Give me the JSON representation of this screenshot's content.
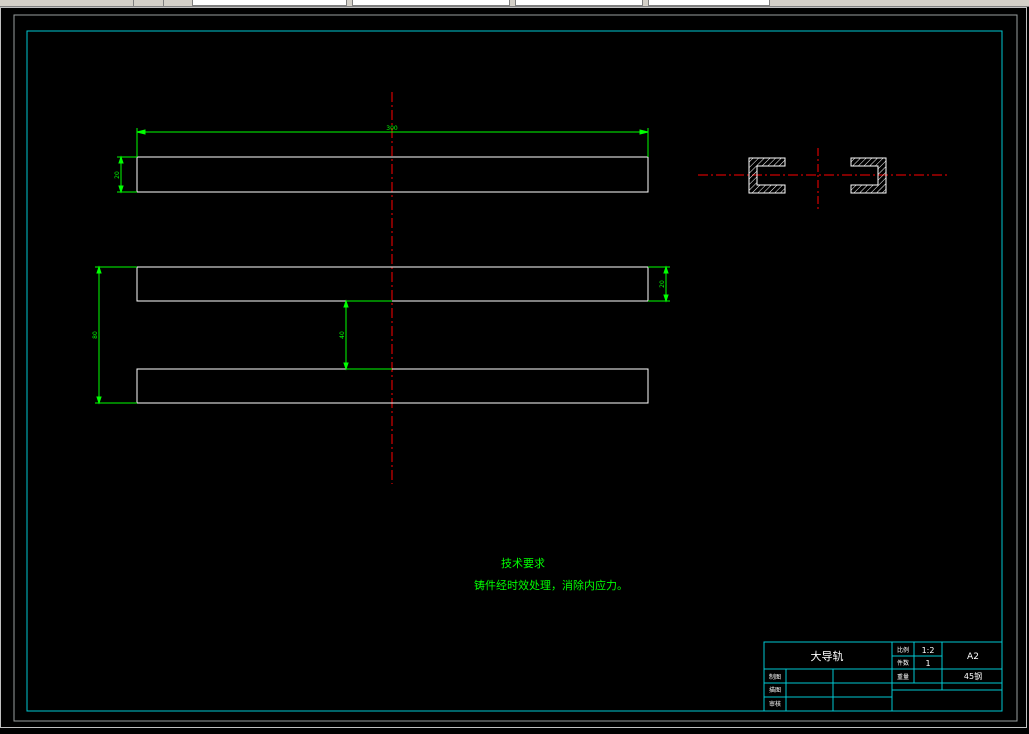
{
  "drawing": {
    "dimensions": {
      "overall_length": "300",
      "bar_height_top": "20",
      "bar_height_right": "20",
      "overall_height": "80",
      "inner_gap": "40"
    },
    "technical_requirements": {
      "title": "技术要求",
      "line1": "铸件经时效处理，消除内应力。"
    },
    "title_block": {
      "part_name": "大导轨",
      "scale_label": "比例",
      "scale_value": "1:2",
      "quantity_label": "件数",
      "quantity_value": "1",
      "weight_label": "重量",
      "sheet_size": "A2",
      "material": "45钢",
      "drawn_label": "制图",
      "designed_label": "描图",
      "checked_label": "审核"
    },
    "colors": {
      "background": "#000000",
      "border": "#00c8d2",
      "outline": "#ffffff",
      "dimension": "#00ff00",
      "centerline": "#ff0000",
      "text": "#00ff00"
    }
  }
}
